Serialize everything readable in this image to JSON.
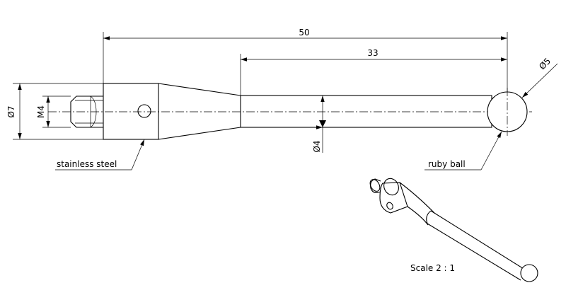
{
  "drawing": {
    "dimensions": {
      "overall_length": "50",
      "stem_length": "33",
      "ball_diameter": "Ø5",
      "body_diameter": "Ø7",
      "thread": "M4",
      "stem_diameter": "Ø4"
    },
    "labels": {
      "body_material": "stainless steel",
      "tip_material": "ruby ball",
      "scale": "Scale 2 : 1"
    }
  }
}
